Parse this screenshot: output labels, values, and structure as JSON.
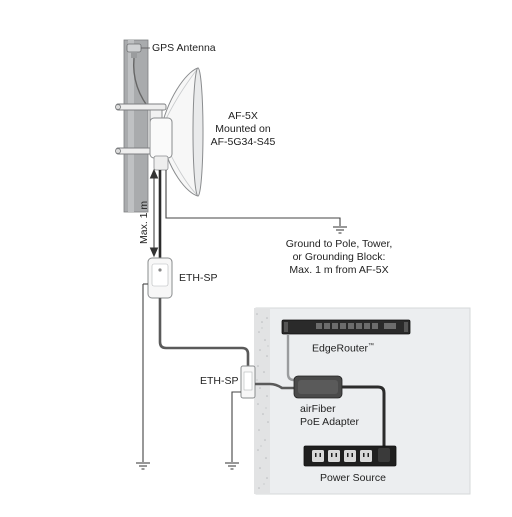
{
  "labels": {
    "gps_antenna": "GPS Antenna",
    "af5x_line1": "AF-5X",
    "af5x_line2": "Mounted on",
    "af5x_line3": "AF-5G34-S45",
    "max_1m": "Max. 1 m",
    "ground_line1": "Ground to Pole, Tower,",
    "ground_line2": "or Grounding Block:",
    "ground_line3": "Max. 1 m from AF-5X",
    "eth_sp_upper": "ETH-SP",
    "eth_sp_lower": "ETH-SP",
    "edgerouter": "EdgeRouter",
    "edgerouter_tm": "™",
    "poe_line1": "airFiber",
    "poe_line2": "PoE Adapter",
    "power_source": "Power Source"
  },
  "colors": {
    "cable": "#555555",
    "cable_dark": "#2b2b2b",
    "ground": "#444444",
    "wall": "#e4e6e8",
    "indoor_panel": "#eef0f2",
    "pole": "#a7a9ab",
    "device": "#f4f4f4",
    "outline": "#8a8c8e"
  }
}
